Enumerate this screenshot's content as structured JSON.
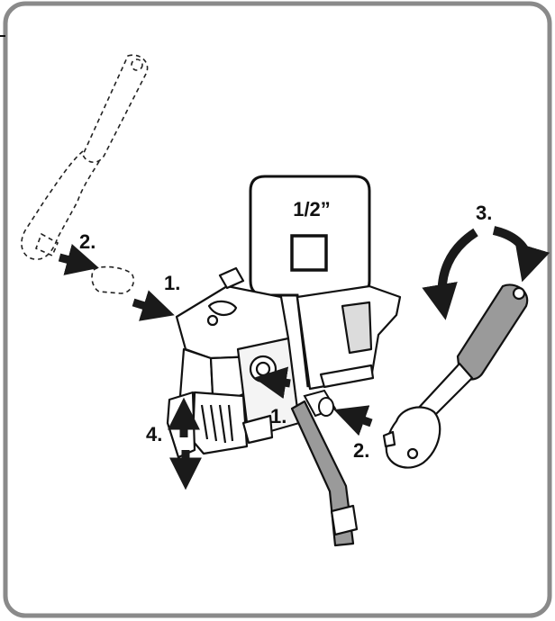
{
  "callout": {
    "size_label": "1/2”"
  },
  "steps": {
    "step1_left": "1.",
    "step1_right": "1.",
    "step2_left": "2.",
    "step2_right": "2.",
    "step3": "3.",
    "step4": "4."
  },
  "icons": {
    "square_drive": "square-drive-icon",
    "ratchet": "ratchet-wrench-icon",
    "tool": "magnetic-drill-icon"
  },
  "colors": {
    "frame": "#8a8a8a",
    "arrow": "#1a1a1a",
    "handle": "#9a9a9a",
    "line": "#111111"
  }
}
